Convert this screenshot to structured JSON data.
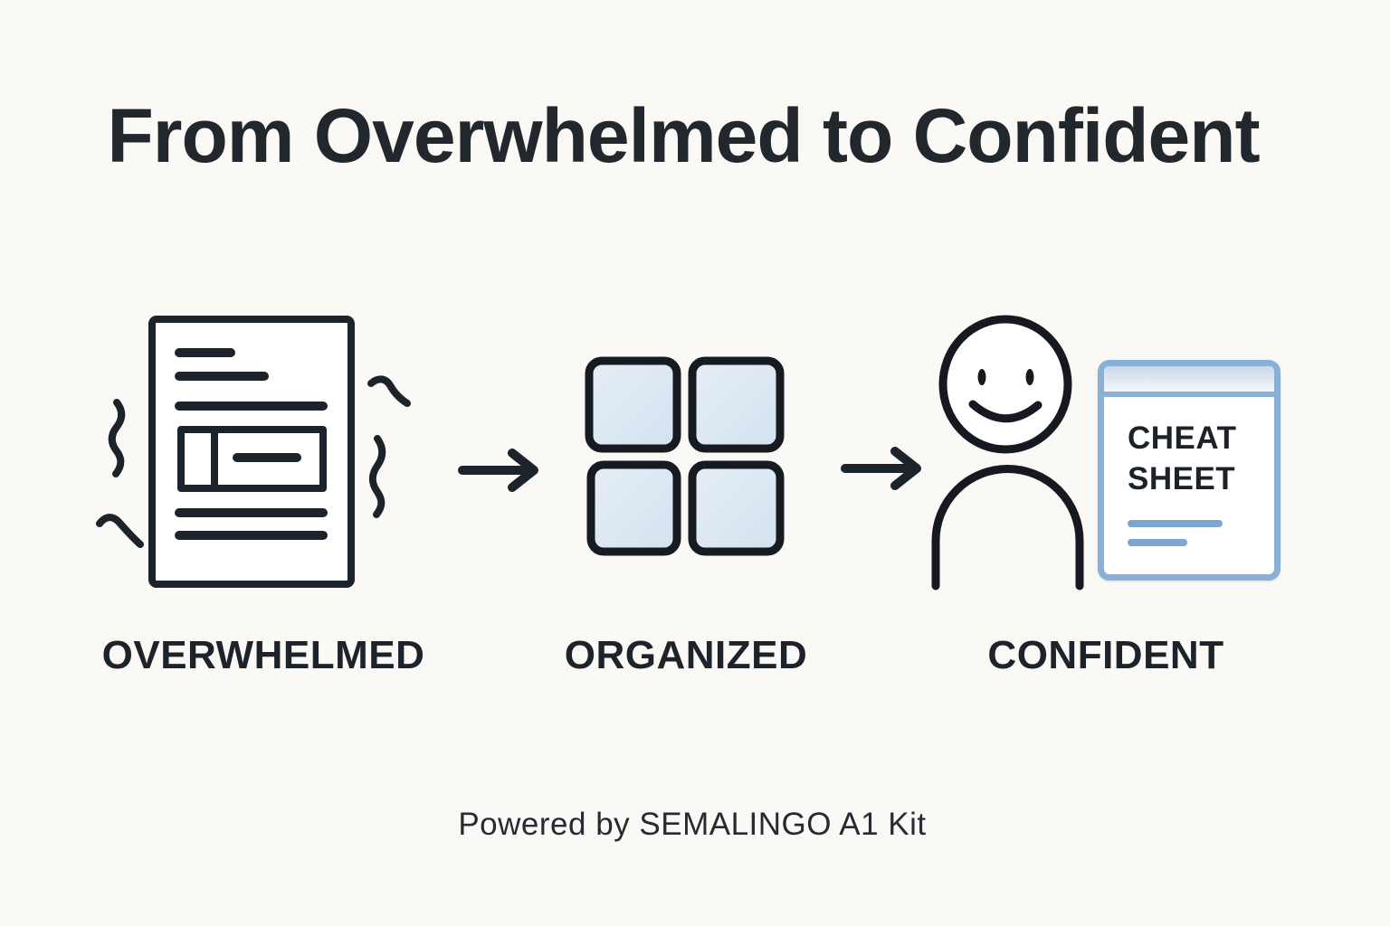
{
  "title": "From Overwhelmed to Confident",
  "stages": [
    {
      "id": "overwhelmed",
      "label": "OVERWHELMED"
    },
    {
      "id": "organized",
      "label": "ORGANIZED"
    },
    {
      "id": "confident",
      "label": "CONFIDENT"
    }
  ],
  "cheat_sheet": {
    "line1": "CHEAT",
    "line2": "SHEET"
  },
  "footer": "Powered by SEMALINGO A1 Kit",
  "colors": {
    "background": "#faf9f6",
    "ink": "#1d232b",
    "grid_square_fill": "#dce8f2",
    "card_border": "#8ab0d8",
    "card_header": "#c9d8e8",
    "card_rule_line": "#7da6d0"
  }
}
